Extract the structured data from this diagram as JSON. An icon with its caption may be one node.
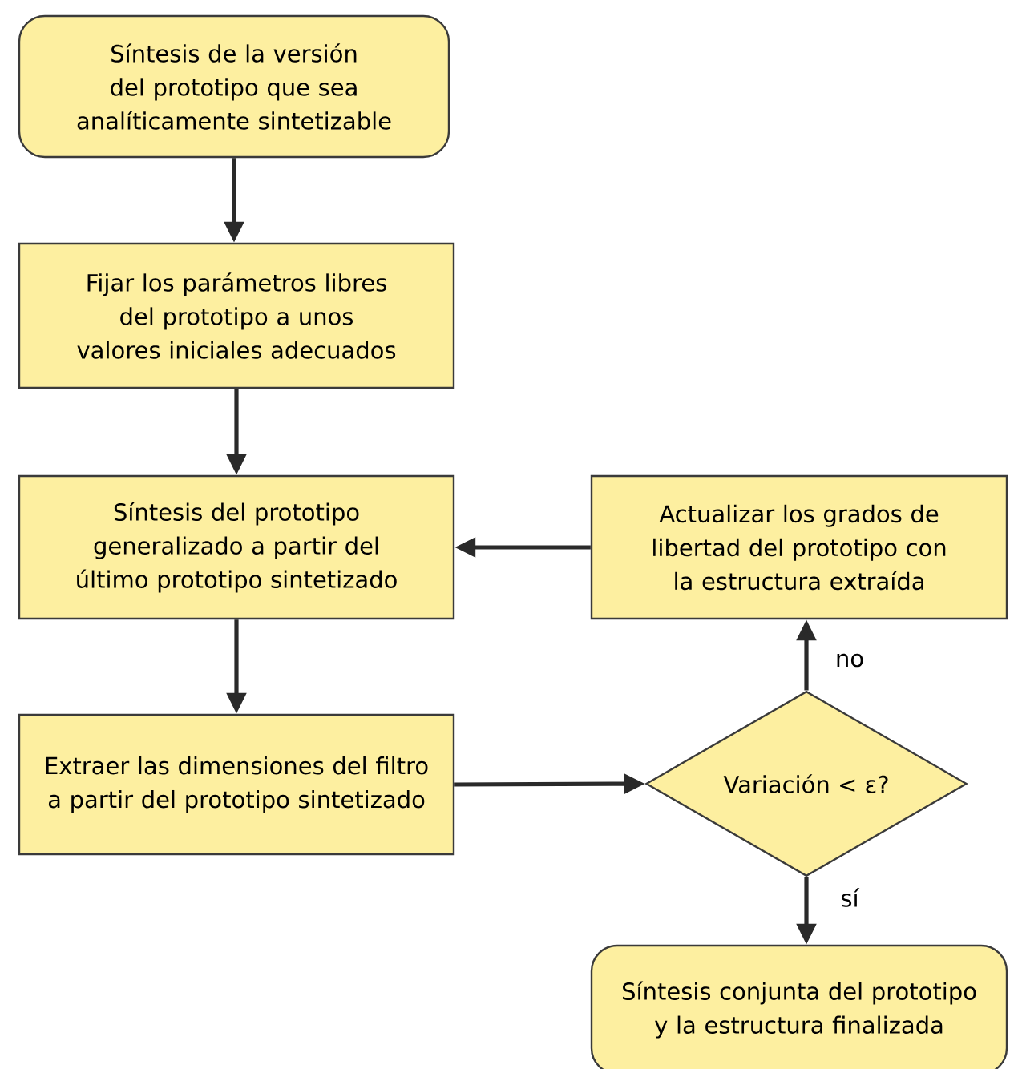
{
  "diagram": {
    "nodes": [
      {
        "text": [
          "Síntesis de la versión del prototipo que sea analíticamente sintetizable"
        ]
      },
      {
        "text": [
          "Fijar los parámetros libres del prototipo a unos valores iniciales adecuados"
        ]
      },
      {
        "text": [
          "Síntesis del prototipo generalizado a partir del último prototipo sintetizado"
        ]
      },
      {
        "text": [
          "Extraer las dimensiones del filtro a partir del prototipo sintetizado"
        ]
      },
      {
        "text": [
          "Variación < ε?"
        ]
      },
      {
        "text": [
          "Actualizar los grados de libertad del prototipo con la estructura extraída"
        ]
      },
      {
        "text": [
          "Síntesis conjunta del prototipo y la estructura finalizada"
        ]
      }
    ],
    "edges": [
      {
        "from": 0,
        "to": 1,
        "arrow": "to"
      },
      {
        "from": 1,
        "to": 2,
        "arrow": "to"
      },
      {
        "from": 2,
        "to": 3,
        "arrow": "to"
      },
      {
        "from": 3,
        "to": 4,
        "arrow": "to"
      },
      {
        "from": 4,
        "to": 5,
        "arrow": "to",
        "label": "no"
      },
      {
        "from": 5,
        "to": 2,
        "arrow": "to"
      },
      {
        "from": 4,
        "to": 6,
        "arrow": "to",
        "label": "sí"
      }
    ]
  }
}
